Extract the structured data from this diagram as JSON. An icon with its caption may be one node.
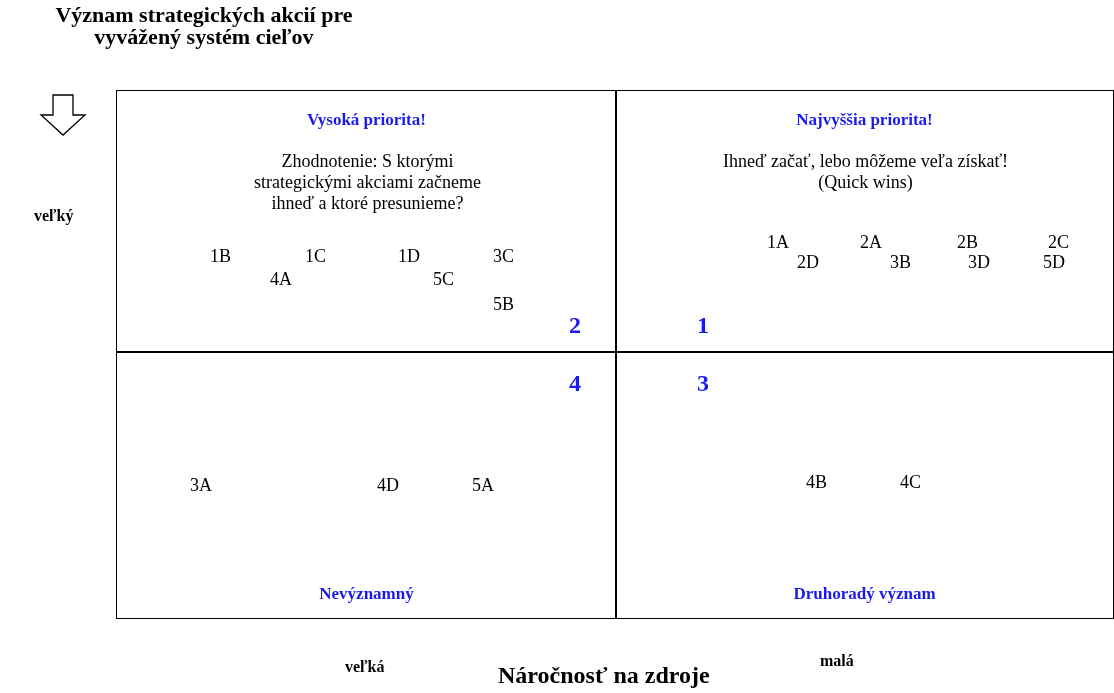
{
  "diagram": {
    "title": "Význam strategických akcií pre vyvážený systém cieľov",
    "nodes": [
      {
        "text": [
          "Vysoká priorita!",
          "Zhodnotenie: S ktorými strategickými akciami začneme ihneď a ktoré presunieme?"
        ]
      },
      {
        "text": [
          "Najvyššia priorita!",
          "Ihneď začať, lebo môžeme veľa získať! (Quick wins)"
        ]
      },
      {
        "text": [
          "Nevýznamný"
        ]
      },
      {
        "text": [
          "Druhoradý význam"
        ]
      }
    ],
    "edges": [],
    "labels": [
      "veľký",
      "1B",
      "1C",
      "1D",
      "3C",
      "1A",
      "2A",
      "2B",
      "2C",
      "4A",
      "5C",
      "2D",
      "3B",
      "3D",
      "5D",
      "5B",
      "2",
      "1",
      "4",
      "3",
      "3A",
      "4D",
      "5A",
      "4B",
      "4C",
      "veľká",
      "malá",
      "Náročnosť na zdroje"
    ]
  }
}
